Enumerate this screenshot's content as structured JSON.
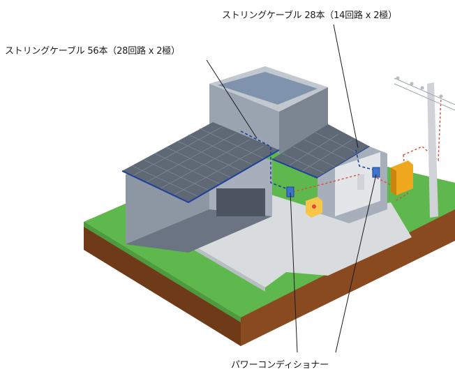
{
  "labels": {
    "string_cable_28": "ストリングケーブル 28本（14回路 x 2極）",
    "string_cable_56": "ストリングケーブル 56本（28回路 x 2極）",
    "power_conditioner": "パワーコンディショナー"
  },
  "colors": {
    "grass": "#5fb84d",
    "soil": "#8a4a1f",
    "roof_panel": "#5f6875",
    "building": "#9aa3b0",
    "building_dark": "#6b7482",
    "floor": "#d8dcdf",
    "dc_cable": "#1f3f9a",
    "ac_cable": "#e2453a",
    "distribution_box": "#f0a81f"
  },
  "icons": {
    "conditioner_left": "power-conditioner-icon",
    "conditioner_right": "power-conditioner-icon",
    "pole": "utility-pole-icon"
  }
}
